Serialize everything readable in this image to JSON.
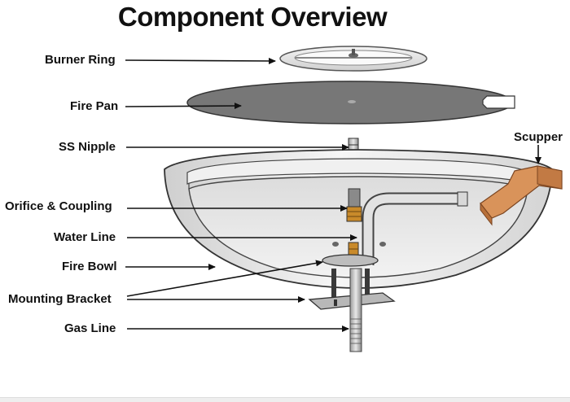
{
  "title": "Component Overview",
  "labels": {
    "burner_ring": "Burner Ring",
    "fire_pan": "Fire Pan",
    "ss_nipple": "SS Nipple",
    "orifice_coupling": "Orifice & Coupling",
    "water_line": "Water Line",
    "fire_bowl": "Fire Bowl",
    "mounting_bracket": "Mounting Bracket",
    "gas_line": "Gas Line",
    "scupper": "Scupper"
  },
  "colors": {
    "fire_pan": "#777777",
    "copper": "#d9935a",
    "brass": "#c98a2a",
    "bowl": "#e4e4e4",
    "outline": "#333333"
  }
}
